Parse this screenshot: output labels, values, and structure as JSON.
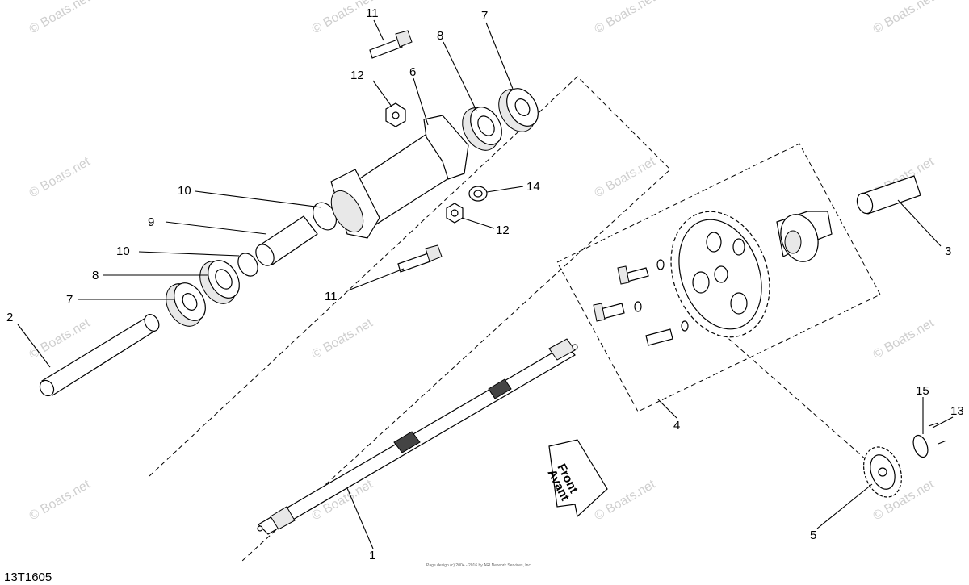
{
  "diagram": {
    "code": "13T1605",
    "copyright": "Page design (c) 2004 - 2016 by ARI Network Services, Inc.",
    "watermark": "© Boats.net",
    "direction_arrow": {
      "line1": "Front",
      "line2": "Avant"
    }
  },
  "callouts": {
    "c1": "1",
    "c2": "2",
    "c3": "3",
    "c4": "4",
    "c5": "5",
    "c6": "6",
    "c7a": "7",
    "c7b": "7",
    "c8a": "8",
    "c8b": "8",
    "c9": "9",
    "c10a": "10",
    "c10b": "10",
    "c11a": "11",
    "c11b": "11",
    "c12a": "12",
    "c12b": "12",
    "c13": "13",
    "c14": "14",
    "c15": "15"
  }
}
